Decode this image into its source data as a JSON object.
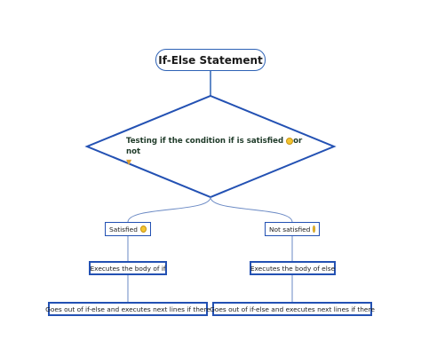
{
  "diagram": {
    "title": "If-Else Statement",
    "decision": {
      "text": "Testing if the condition if is satisfied",
      "text_suffix": "or not"
    },
    "left_branch": {
      "label": "Satisfied",
      "action": "Executes the body of if",
      "after": "Goes out of if-else and executes next lines if there"
    },
    "right_branch": {
      "label": "Not satisfied",
      "action": "Executes the body of else",
      "after": "Goes out of if-else and executes next lines if there"
    }
  },
  "icons": {
    "decision_emoji": "smile-icon",
    "decision_trailing": "thumbs-down-icon",
    "satisfied_emoji": "smile-icon",
    "not_satisfied_emoji": "smile-icon"
  },
  "colors": {
    "border": "#2351b3",
    "connector": "#6a89c4",
    "emoji": "#f4c530"
  }
}
